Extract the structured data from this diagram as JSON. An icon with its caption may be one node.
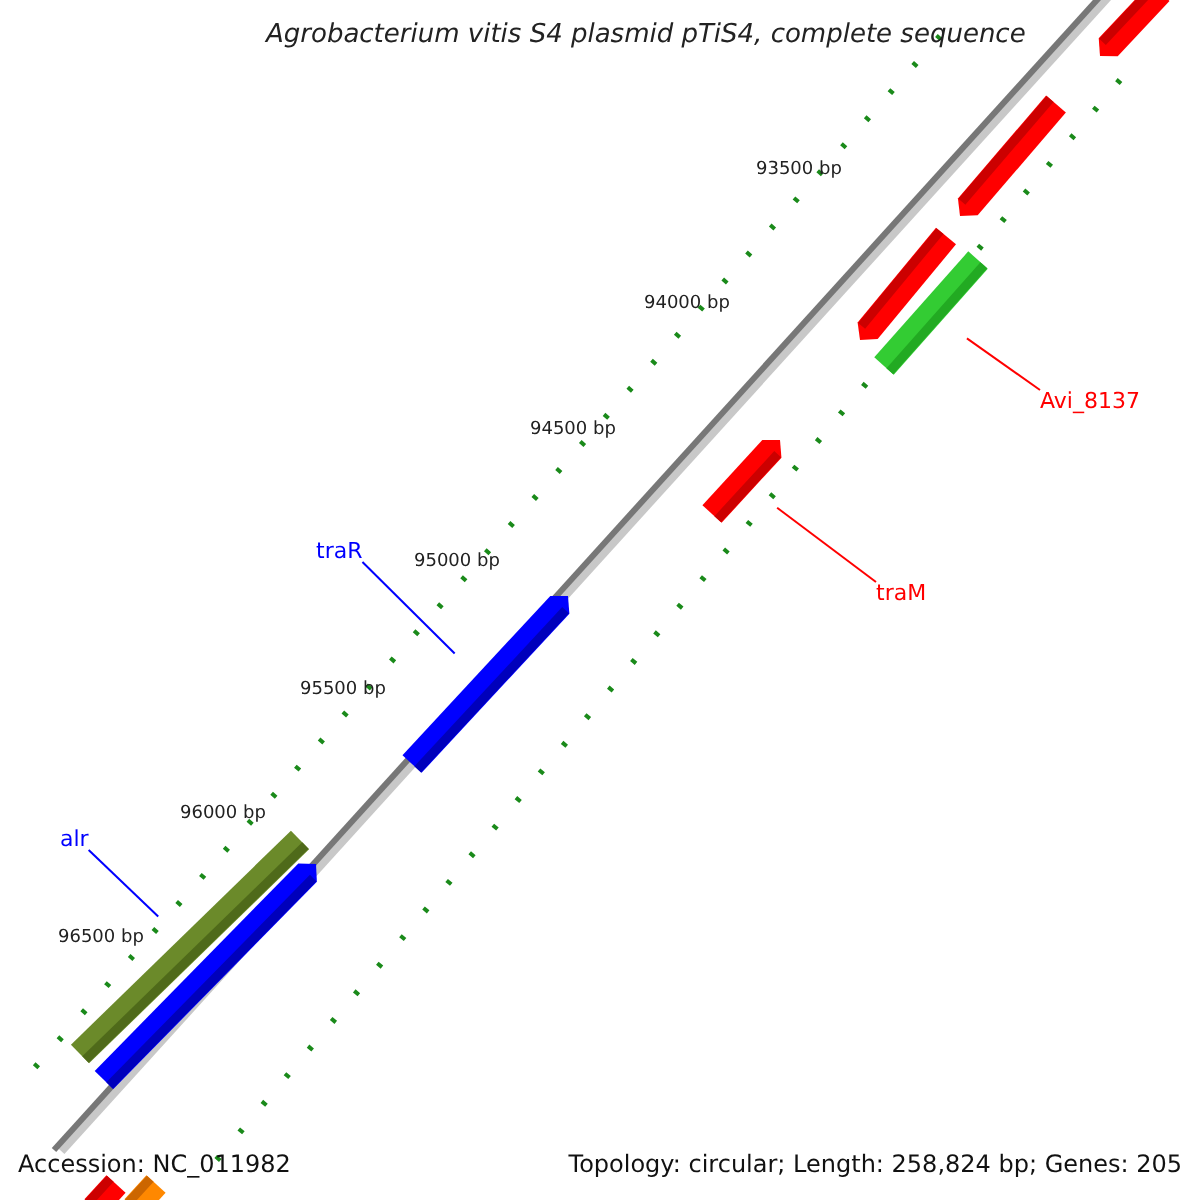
{
  "diagram": {
    "title": "Agrobacterium vitis S4 plasmid pTiS4, complete sequence",
    "nodes": [
      {
        "text": [],
        "shape": "bar"
      },
      {
        "text": [],
        "shape": "bar"
      },
      {
        "text": [],
        "shape": "bar"
      },
      {
        "text": [],
        "shape": "bar"
      },
      {
        "text": [
          "Avi_8137"
        ]
      },
      {
        "text": [],
        "shape": "bar"
      },
      {
        "text": [
          "traM"
        ]
      },
      {
        "text": [
          "traR"
        ]
      },
      {
        "text": [],
        "shape": "bar"
      },
      {
        "text": [
          "alr"
        ]
      },
      {
        "text": [],
        "shape": "bar"
      },
      {
        "text": [],
        "shape": "bar"
      },
      {
        "text": [],
        "shape": "bar"
      },
      {
        "text": [],
        "shape": "bar"
      }
    ],
    "edges": [
      {
        "from": 4,
        "to": 3,
        "arrow": "none",
        "color": "#ff0000"
      },
      {
        "from": 6,
        "to": 5,
        "arrow": "none",
        "color": "#ff0000"
      },
      {
        "from": 7,
        "to": 8,
        "arrow": "none",
        "color": "#0000ff"
      },
      {
        "from": 9,
        "to": 10,
        "arrow": "none",
        "color": "#0000ff"
      }
    ],
    "labels": [
      "93500 bp",
      "94000 bp",
      "94500 bp",
      "95000 bp",
      "95500 bp",
      "96000 bp",
      "96500 bp",
      "Accession: NC_011982",
      "Topology: circular; Length: 258,824 bp; Genes: 205"
    ]
  }
}
